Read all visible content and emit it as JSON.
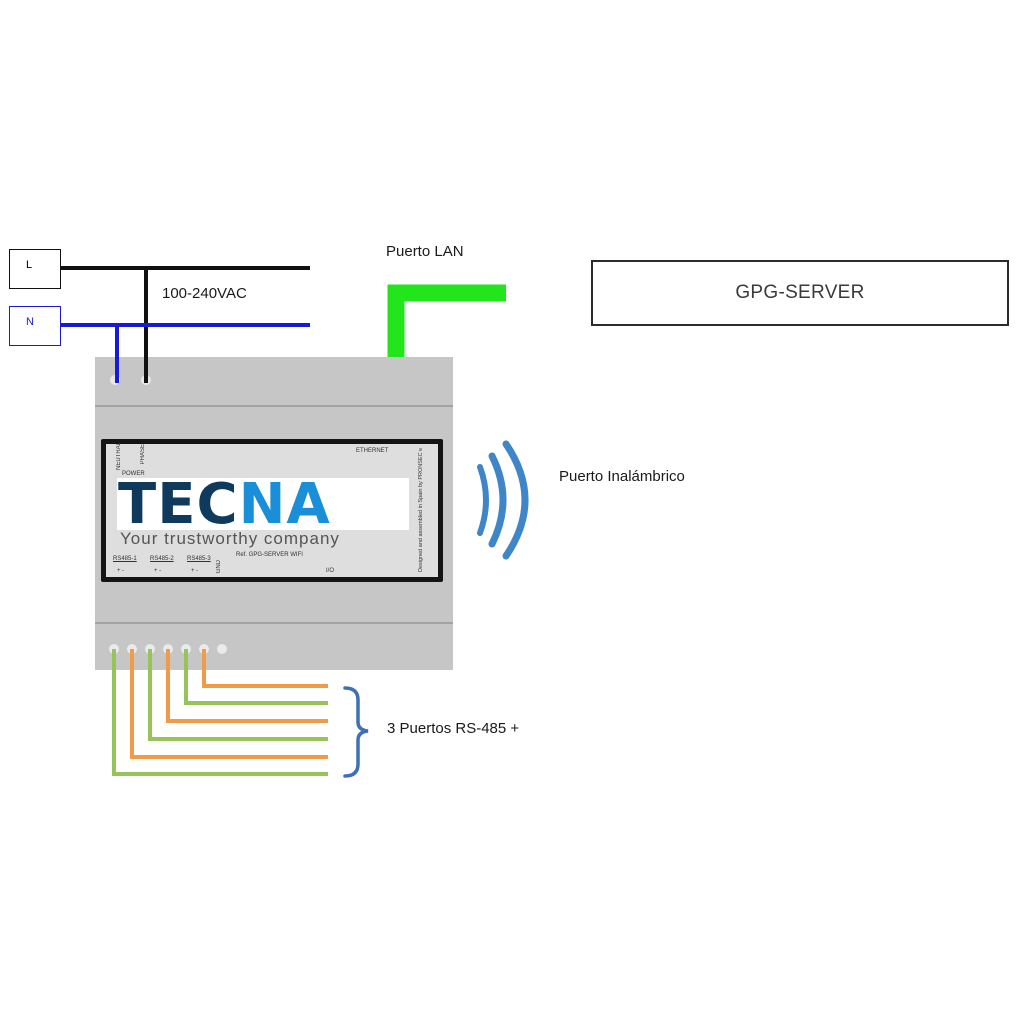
{
  "terminals": {
    "line": "L",
    "neutral": "N"
  },
  "labels": {
    "voltage": "100-240VAC",
    "lan": "Puerto LAN",
    "wireless": "Puerto Inalámbrico",
    "rs485": "3 Puertos RS-485 +"
  },
  "server_box": {
    "title": "GPG-SERVER"
  },
  "device": {
    "brand_part1": "TEC",
    "brand_part2": "NA",
    "tagline": "Your trustworthy company",
    "neutral_label": "NEUTRAL",
    "phase_label": "PHASE",
    "power_label": "POWER",
    "ethernet_label": "ETHERNET",
    "side_text": "Designed and assembled in Spain by PRONSEC  www.grupopronegor.com",
    "rs485_1": "RS485-1",
    "rs485_2": "RS485-2",
    "rs485_3": "RS485-3",
    "pm1": "+   -",
    "pm2": "+   -",
    "pm3": "+   -",
    "gnd": "GND",
    "ref": "Ref. GPG-SERVER   WIFI",
    "io": "I/O"
  },
  "colors": {
    "line_wire": "#111111",
    "neutral_wire": "#1a1ad6",
    "lan_wire": "#22e61b",
    "rs485_orange": "#f09a4a",
    "rs485_green": "#96c45a",
    "wireless_arc": "#3f86c9",
    "brace": "#3f6fb8",
    "brand_dark": "#0f3a5c",
    "brand_blue": "#1a8fd8"
  }
}
